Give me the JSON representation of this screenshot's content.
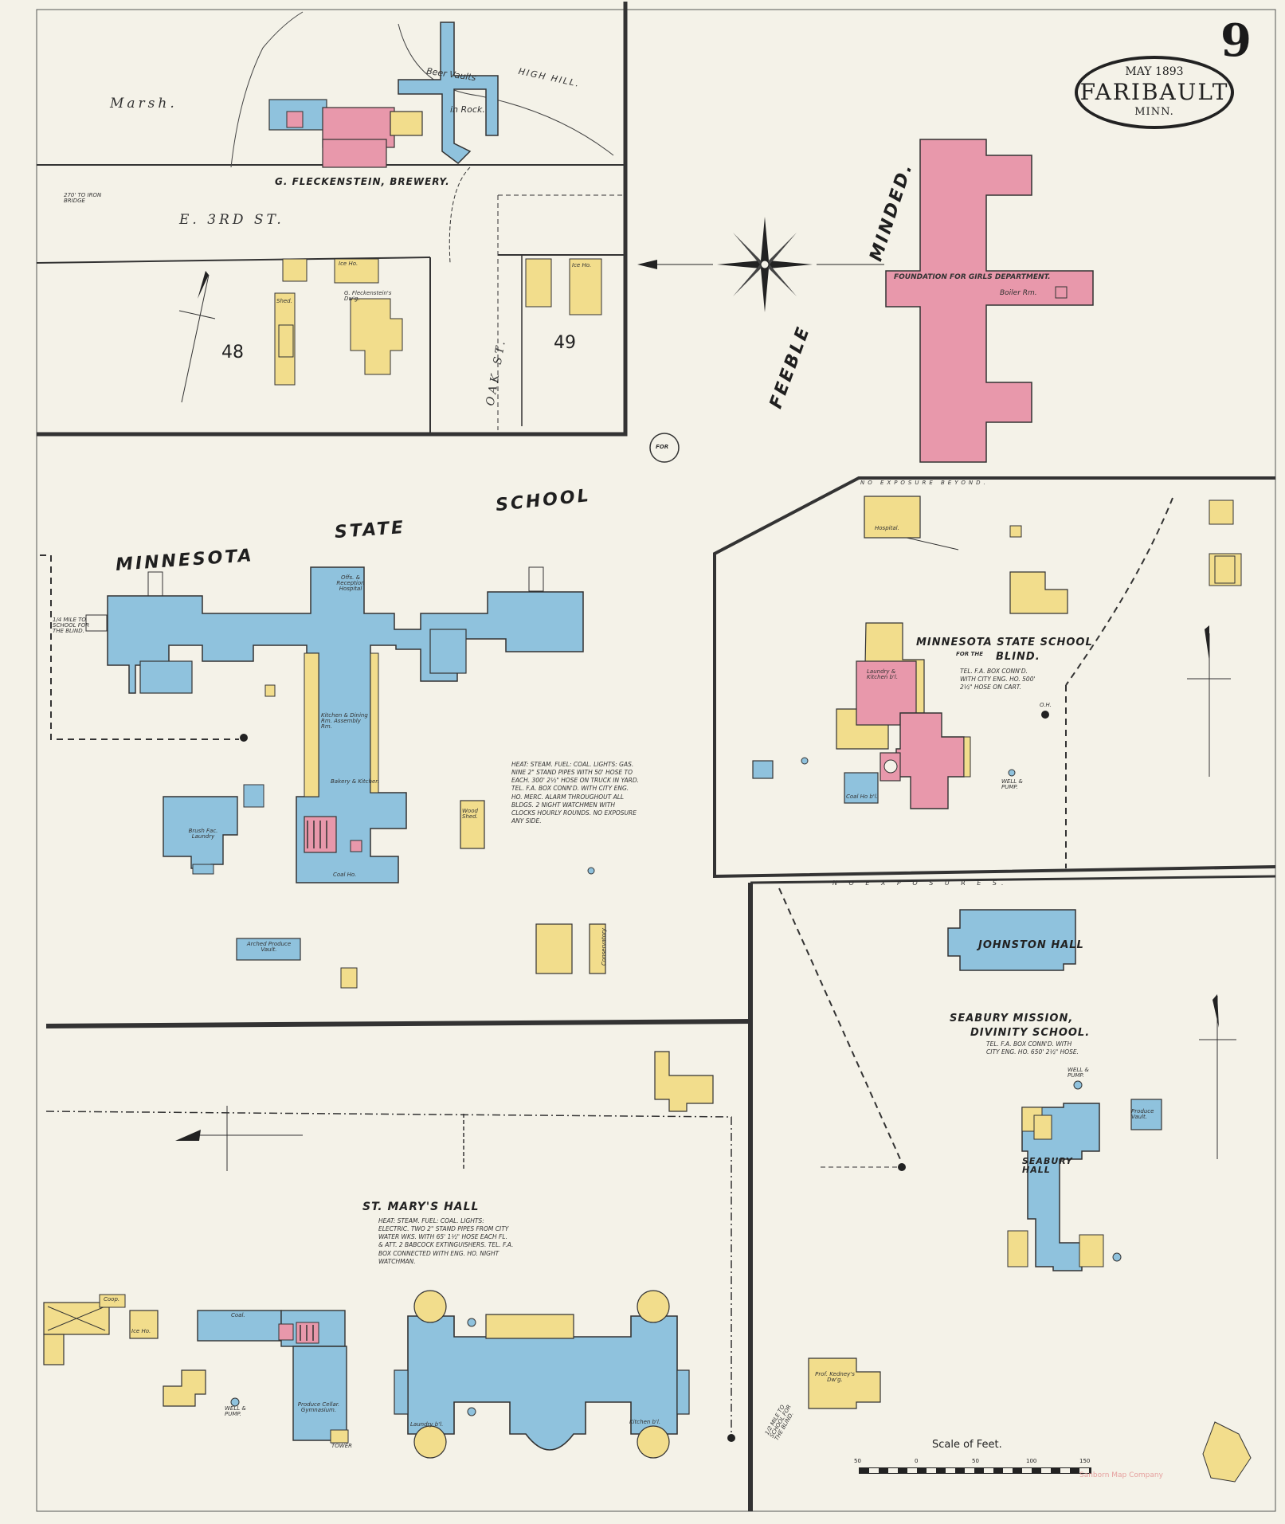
{
  "sheet_number": "9",
  "cartouche": {
    "date": "MAY 1893",
    "city": "FARIBAULT",
    "state": "MINN."
  },
  "colors": {
    "brick": "#e898ab",
    "stone": "#8fc2dd",
    "frame": "#f2dd8c",
    "paper": "#f4f2e8"
  },
  "streets": {
    "e3rd": "E. 3RD ST.",
    "oak": "OAK ST."
  },
  "blocks": {
    "b48": "48",
    "b49": "49"
  },
  "brewery": {
    "title": "G. FLECKENSTEIN, BREWERY.",
    "marsh": "Marsh.",
    "beer_vaults": "Beer Vaults",
    "high_hill": "HIGH HILL.",
    "in_rock": "in Rock.",
    "iron_bridge": "270' TO IRON BRIDGE",
    "ice_ho": "Ice Ho.",
    "dwg": "G. Fleckenstein's Dw'g.",
    "shed": "Shed."
  },
  "feeble": {
    "w1": "FEEBLE",
    "w2": "MINDED.",
    "dept": "FOUNDATION FOR GIRLS DEPARTMENT.",
    "boiler": "Boiler Rm.",
    "for": "FOR"
  },
  "school": {
    "w1": "MINNESOTA",
    "w2": "STATE",
    "w3": "SCHOOL",
    "reception": "Offs. & Reception Hospital",
    "kitchen": "Kitchen & Dining Rm. Assembly Rm.",
    "bakery": "Bakery & Kitchen",
    "brush": "Brush Fac. Laundry",
    "coal": "Coal Ho.",
    "arched": "Arched Produce Vault.",
    "wood_shed": "Wood Shed.",
    "conservatory": "Conservatory",
    "to_blind": "1/4 MILE TO SCHOOL FOR THE BLIND."
  },
  "blind": {
    "title1": "MINNESOTA STATE SCHOOL",
    "for_the": "FOR THE",
    "title2": "BLIND.",
    "hospital": "Hospital.",
    "laundry": "Laundry & Kitchen b'l.",
    "coal": "Coal Ho b'l.",
    "no_exposure": "NO EXPOSURE BEYOND.",
    "well": "WELL & PUMP.",
    "oh": "O.H."
  },
  "seabury": {
    "no_exposures": "N O   E X P O S U R E S.",
    "johnston": "JOHNSTON HALL",
    "mission1": "SEABURY MISSION,",
    "mission2": "DIVINITY SCHOOL.",
    "hall": "SEABURY HALL",
    "produce": "Produce Vault.",
    "well": "WELL & PUMP.",
    "kedney": "Prof. Kedney's Dw'g.",
    "to_blind": "1/2 MILE TO SCHOOL FOR THE BLIND."
  },
  "stmarys": {
    "title": "ST. MARY'S HALL",
    "coal": "Coal.",
    "coop": "Coop.",
    "ice": "Ice Ho.",
    "produce": "Produce Cellar. Gymnasium.",
    "laundry": "Laundry b'l.",
    "kitchen": "Kitchen b'l.",
    "well": "WELL & PUMP.",
    "tower": "TOWER"
  },
  "notes": {
    "school": "HEAT: STEAM. FUEL: COAL. LIGHTS: GAS. NINE 2\" STAND PIPES WITH 50' HOSE TO EACH. 300' 2½\" HOSE ON TRUCK IN YARD. TEL. F.A. BOX CONN'D. WITH CITY ENG. HO. MERC. ALARM THROUGHOUT ALL BLDGS. 2 NIGHT WATCHMEN WITH CLOCKS HOURLY ROUNDS. NO EXPOSURE ANY SIDE.",
    "stmarys": "HEAT: STEAM. FUEL: COAL. LIGHTS: ELECTRIC. TWO 2\" STAND PIPES FROM CITY WATER WKS. WITH 65' 1½\" HOSE EACH FL. & ATT. 2 BABCOCK EXTINGUISHERS. TEL. F.A. BOX CONNECTED WITH ENG. HO. NIGHT WATCHMAN.",
    "blind": "TEL. F.A. BOX CONN'D. WITH CITY ENG. HO. 500' 2½\" HOSE ON CART.",
    "seabury": "TEL. F.A. BOX CONN'D. WITH CITY ENG. HO. 650' 2½\" HOSE."
  },
  "scale": {
    "title": "Scale of Feet.",
    "ticks": [
      "50",
      "0",
      "50",
      "100",
      "150"
    ]
  },
  "stamp": "Sanborn Map Company"
}
